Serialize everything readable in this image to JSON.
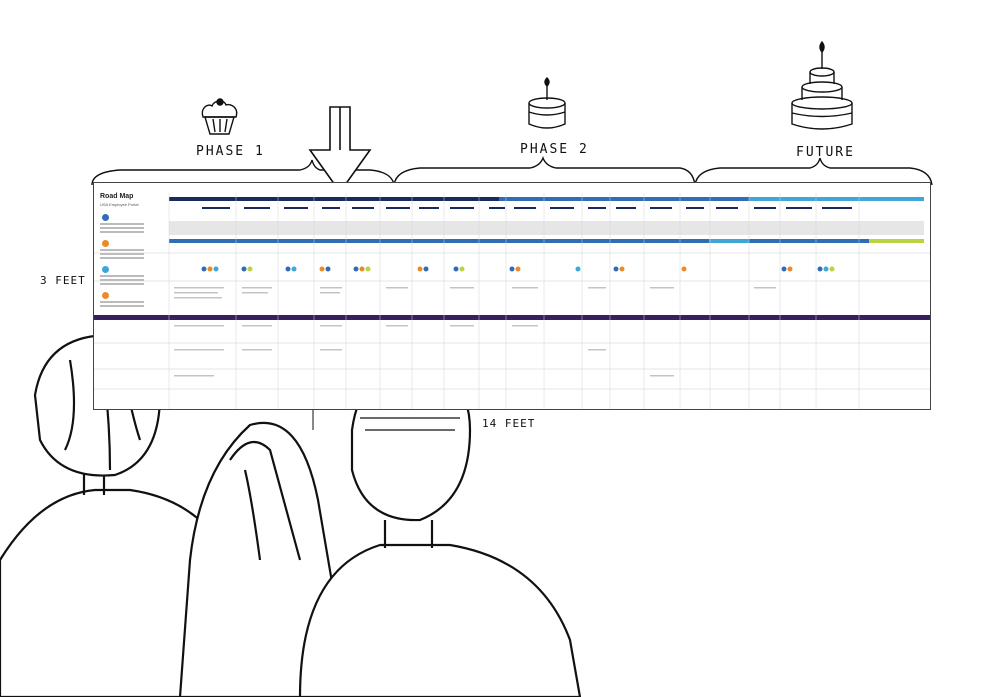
{
  "labels": {
    "phase1": "PHASE 1",
    "phase2": "PHASE 2",
    "future": "FUTURE",
    "height": "3 FEET",
    "width": "14 FEET"
  },
  "poster": {
    "title": "Road Map",
    "subtitle": "USA Employee Portal"
  },
  "colors": {
    "navy": "#1b2a5e",
    "blue": "#2f6db5",
    "cyan": "#3fa6d6",
    "lime": "#b9d443",
    "orange": "#e98b2a",
    "purple": "#3a1f5e",
    "grey": "#cfcfcf"
  }
}
